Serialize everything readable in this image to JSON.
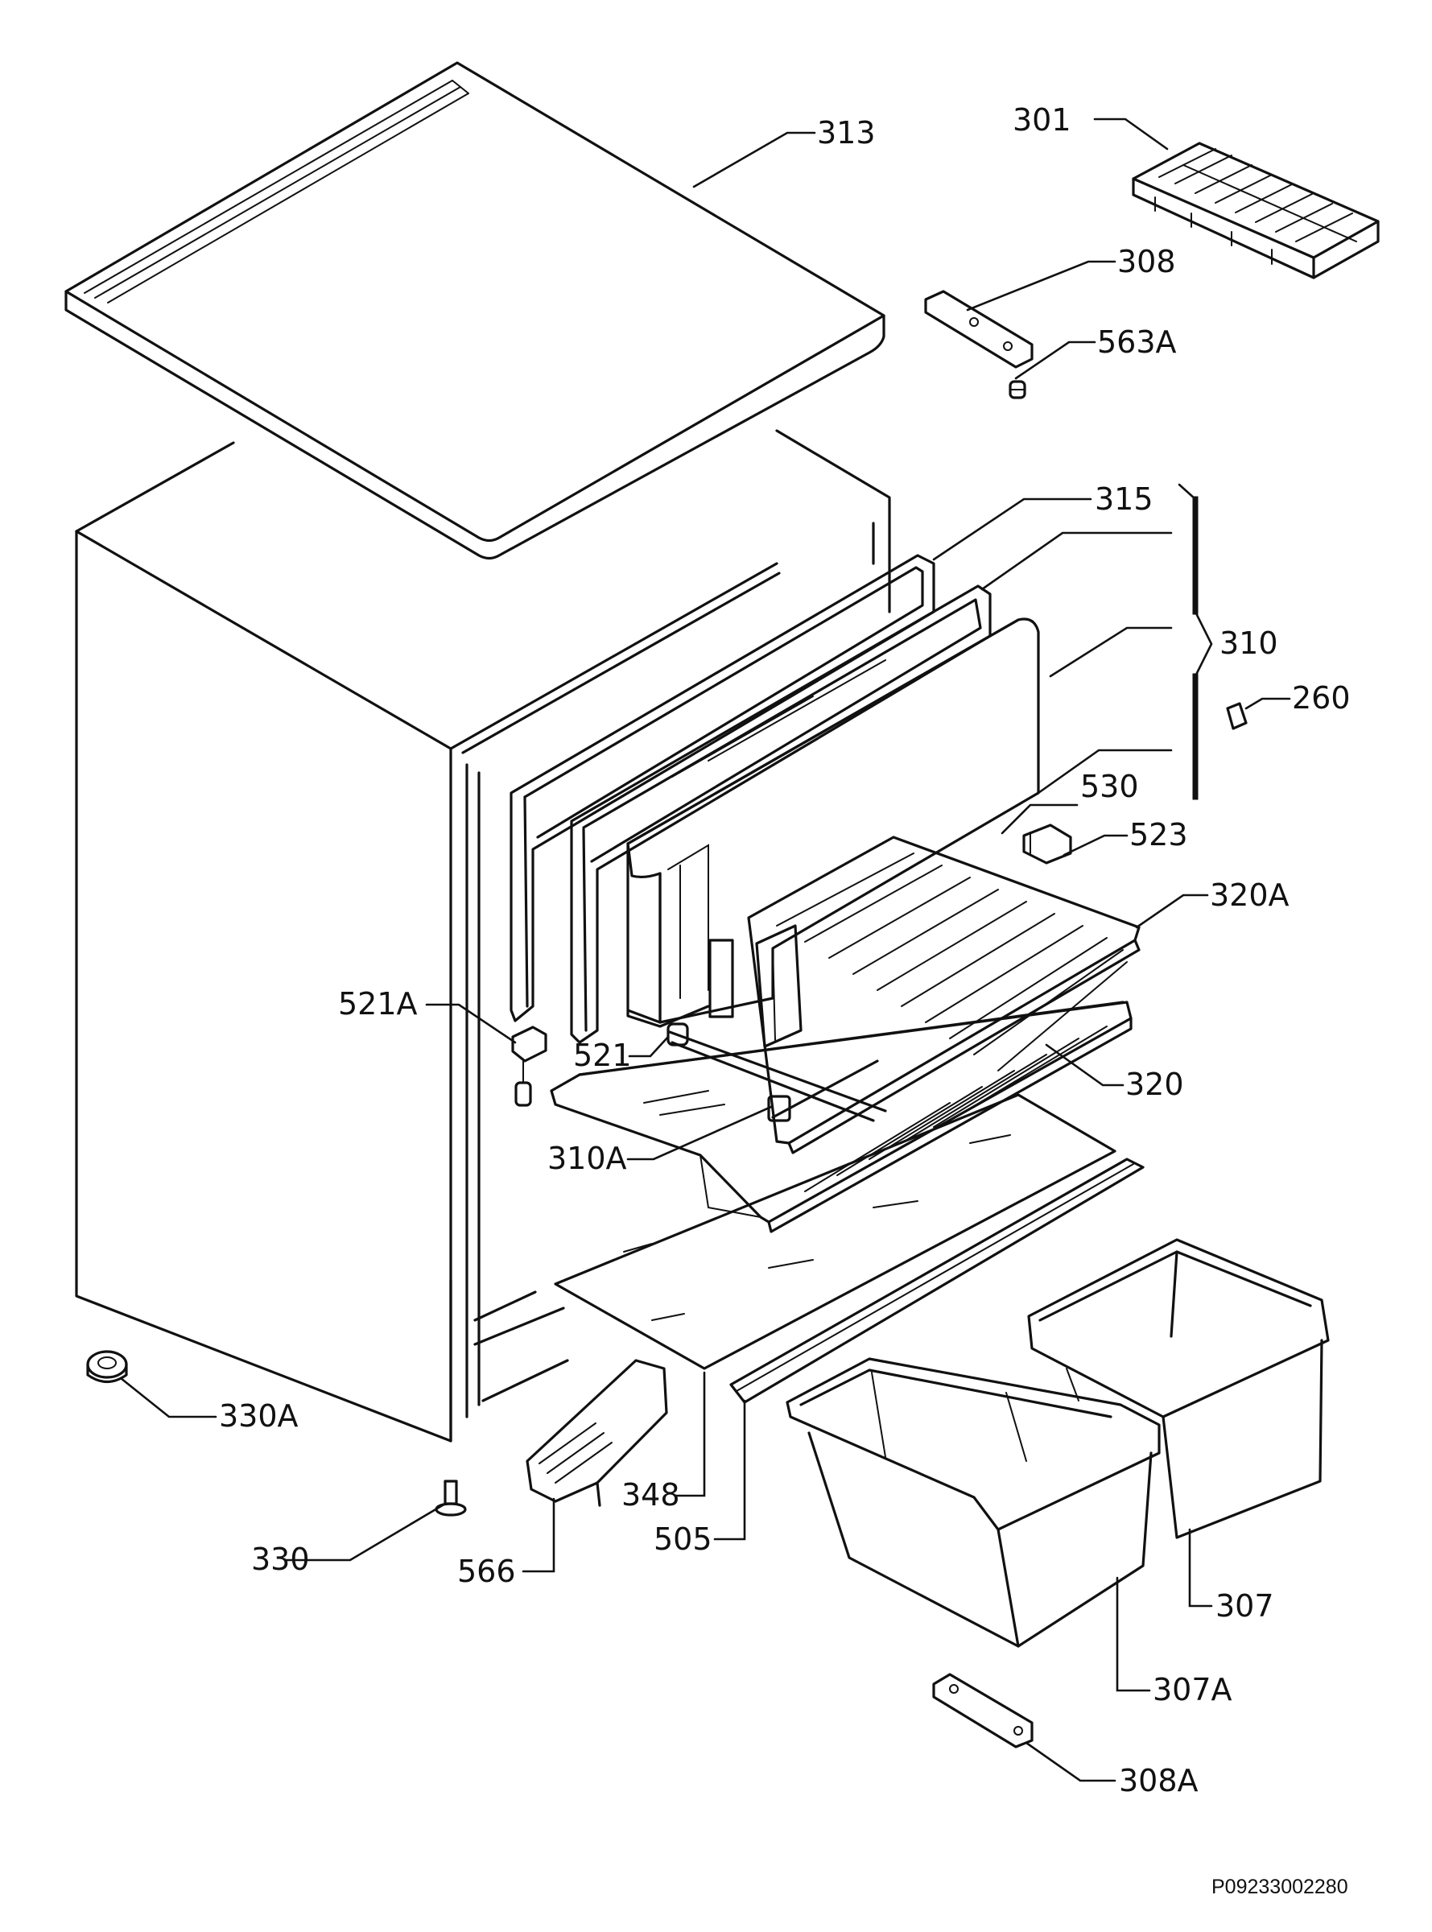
{
  "diagram": {
    "type": "exploded-parts-diagram",
    "callouts": {
      "c313": "313",
      "c301": "301",
      "c308": "308",
      "c563a": "563A",
      "c315": "315",
      "c310": "310",
      "c260": "260",
      "c530": "530",
      "c523": "523",
      "c320a": "320A",
      "c521a": "521A",
      "c521": "521",
      "c320": "320",
      "c310a": "310A",
      "c330a": "330A",
      "c348": "348",
      "c505": "505",
      "c330": "330",
      "c566": "566",
      "c307": "307",
      "c307a": "307A",
      "c308a": "308A"
    },
    "drawing_code": "P09233002280"
  }
}
